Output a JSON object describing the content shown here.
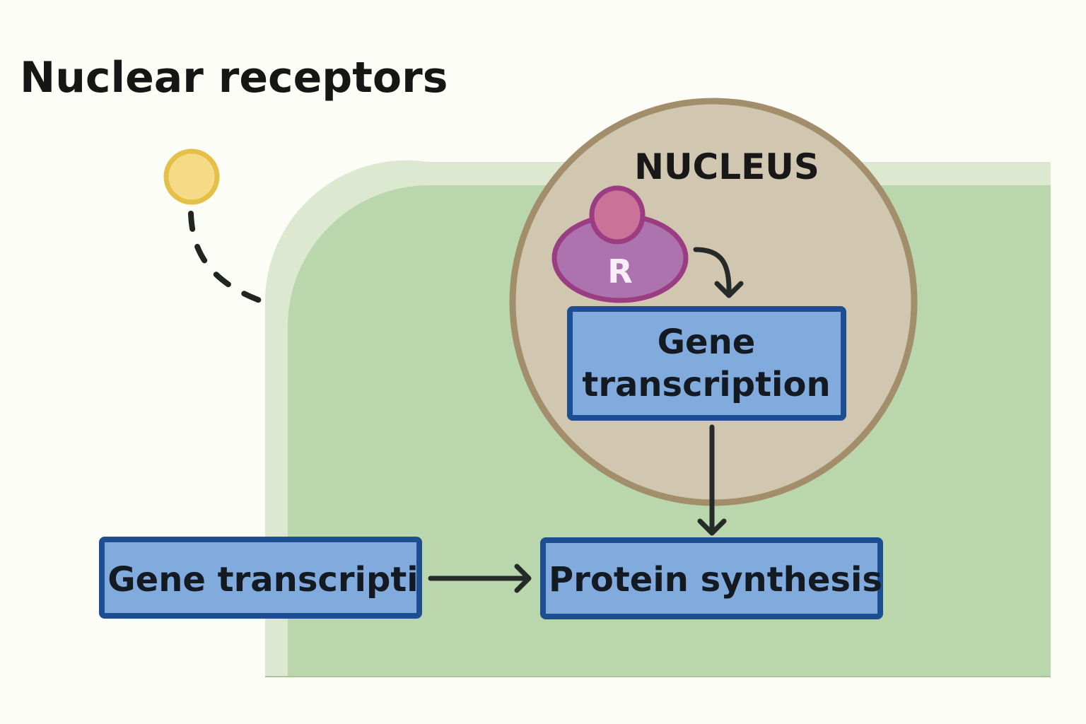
{
  "title": "Nuclear receptors",
  "nucleus": {
    "label": "NUCLEUS"
  },
  "receptor": {
    "label": "R"
  },
  "boxes": {
    "gene_transcription_nucleus": {
      "line1": "Gene",
      "line2": "transcription"
    },
    "gene_transcription_cytoplasm": {
      "label": "Gene transcripti"
    },
    "protein_synthesis": {
      "label": "Protein synthesis"
    }
  },
  "colors": {
    "background": "#fdfdf8",
    "cell_membrane": "#dde8d1",
    "cytoplasm": "#bad6ad",
    "nucleus_fill": "#d1c6af",
    "nucleus_border": "#a38e6c",
    "ligand_fill": "#f5db88",
    "ligand_border": "#e5c047",
    "receptor_body": "#ac73ae",
    "receptor_head": "#cc7197",
    "receptor_border": "#9b3d82",
    "box_fill": "#82abdd",
    "box_border": "#1e4e92",
    "arrow": "#262a28"
  }
}
